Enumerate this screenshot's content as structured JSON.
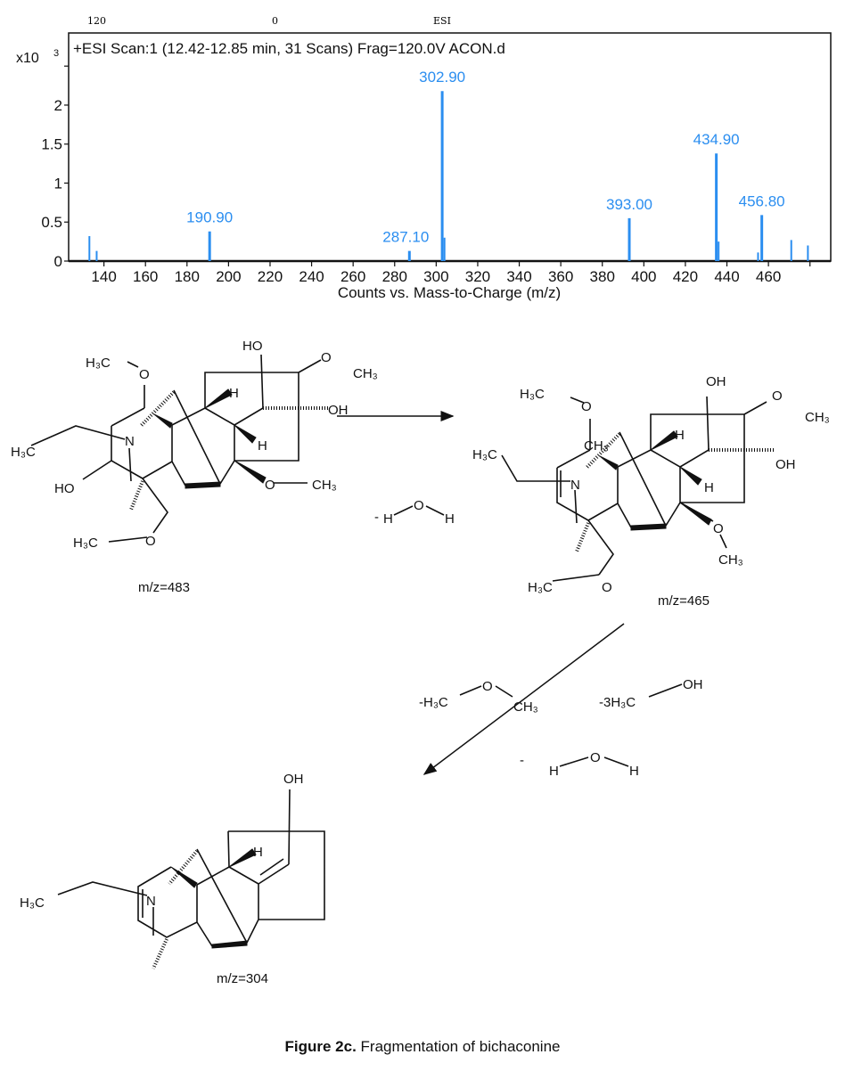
{
  "header_marks": {
    "left": "120",
    "middle": "0",
    "right": "ESI"
  },
  "chart_data": {
    "type": "bar",
    "title": "+ESI Scan:1 (12.42-12.85 min, 31 Scans) Frag=120.0V ACON.d",
    "xlabel": "Counts vs. Mass-to-Charge (m/z)",
    "ylabel_multiplier": "x10",
    "ylabel_exponent": "3",
    "xlim": [
      123,
      490
    ],
    "ylim": [
      0,
      3.0
    ],
    "xticks": [
      "140",
      "160",
      "180",
      "200",
      "220",
      "240",
      "260",
      "280",
      "300",
      "320",
      "340",
      "360",
      "380",
      "400",
      "420",
      "440",
      "460"
    ],
    "yticks": [
      "0",
      "0.5",
      "1",
      "1.5",
      "2"
    ],
    "color": "#2b8ef0",
    "peaks": [
      {
        "mz": 133,
        "intensity": 0.32,
        "label": ""
      },
      {
        "mz": 136.5,
        "intensity": 0.13,
        "label": ""
      },
      {
        "mz": 190.9,
        "intensity": 0.38,
        "label": "190.90"
      },
      {
        "mz": 287.1,
        "intensity": 0.13,
        "label": "287.10"
      },
      {
        "mz": 302.9,
        "intensity": 2.18,
        "label": "302.90"
      },
      {
        "mz": 304,
        "intensity": 0.3,
        "label": ""
      },
      {
        "mz": 393.0,
        "intensity": 0.55,
        "label": "393.00"
      },
      {
        "mz": 434.9,
        "intensity": 1.38,
        "label": "434.90"
      },
      {
        "mz": 436,
        "intensity": 0.25,
        "label": ""
      },
      {
        "mz": 455,
        "intensity": 0.11,
        "label": ""
      },
      {
        "mz": 456.8,
        "intensity": 0.59,
        "label": "456.80"
      },
      {
        "mz": 471,
        "intensity": 0.27,
        "label": ""
      },
      {
        "mz": 479,
        "intensity": 0.2,
        "label": ""
      }
    ]
  },
  "scheme": {
    "s1": {
      "h3c_top": "H₃C",
      "o_top": "O",
      "h3c_ethyl": "H₃C",
      "n": "N",
      "ho_left": "HO",
      "h3c_bottom": "H₃C",
      "o_bottom": "O",
      "ho_top": "HO",
      "o_right": "O",
      "ch3_right": "CH₃",
      "h1": "H",
      "oh": "OH",
      "h2": "H",
      "o_low": "O",
      "ch3_low": "CH₃",
      "mz": "m/z=483"
    },
    "loss1": {
      "dash": "-",
      "h1": "H",
      "o": "O",
      "h2": "H"
    },
    "s2": {
      "h3c_top": "H₃C",
      "o_top": "O",
      "ch3_mid": "CH₃",
      "h3c_ethyl": "H₃C",
      "n": "N",
      "h3c_bottom": "H₃C",
      "o_bottom": "O",
      "oh_top": "OH",
      "o_right": "O",
      "ch3_right": "CH₃",
      "h1": "H",
      "oh": "OH",
      "h2": "H",
      "o_low": "O",
      "ch3_low": "CH₃",
      "mz": "m/z=465"
    },
    "loss2": {
      "a_h3c": "-H₃C",
      "a_o": "O",
      "a_ch3": "CH₃",
      "b_h3c": "-3H₃C",
      "b_oh": "OH",
      "c_dash": "-",
      "c_h1": "H",
      "c_o": "O",
      "c_h2": "H"
    },
    "s3": {
      "oh": "OH",
      "h": "H",
      "h3c": "H₃C",
      "n": "N",
      "mz": "m/z=304"
    }
  },
  "caption": {
    "bold": "Figure 2c.",
    "text": " Fragmentation of bichaconine"
  }
}
